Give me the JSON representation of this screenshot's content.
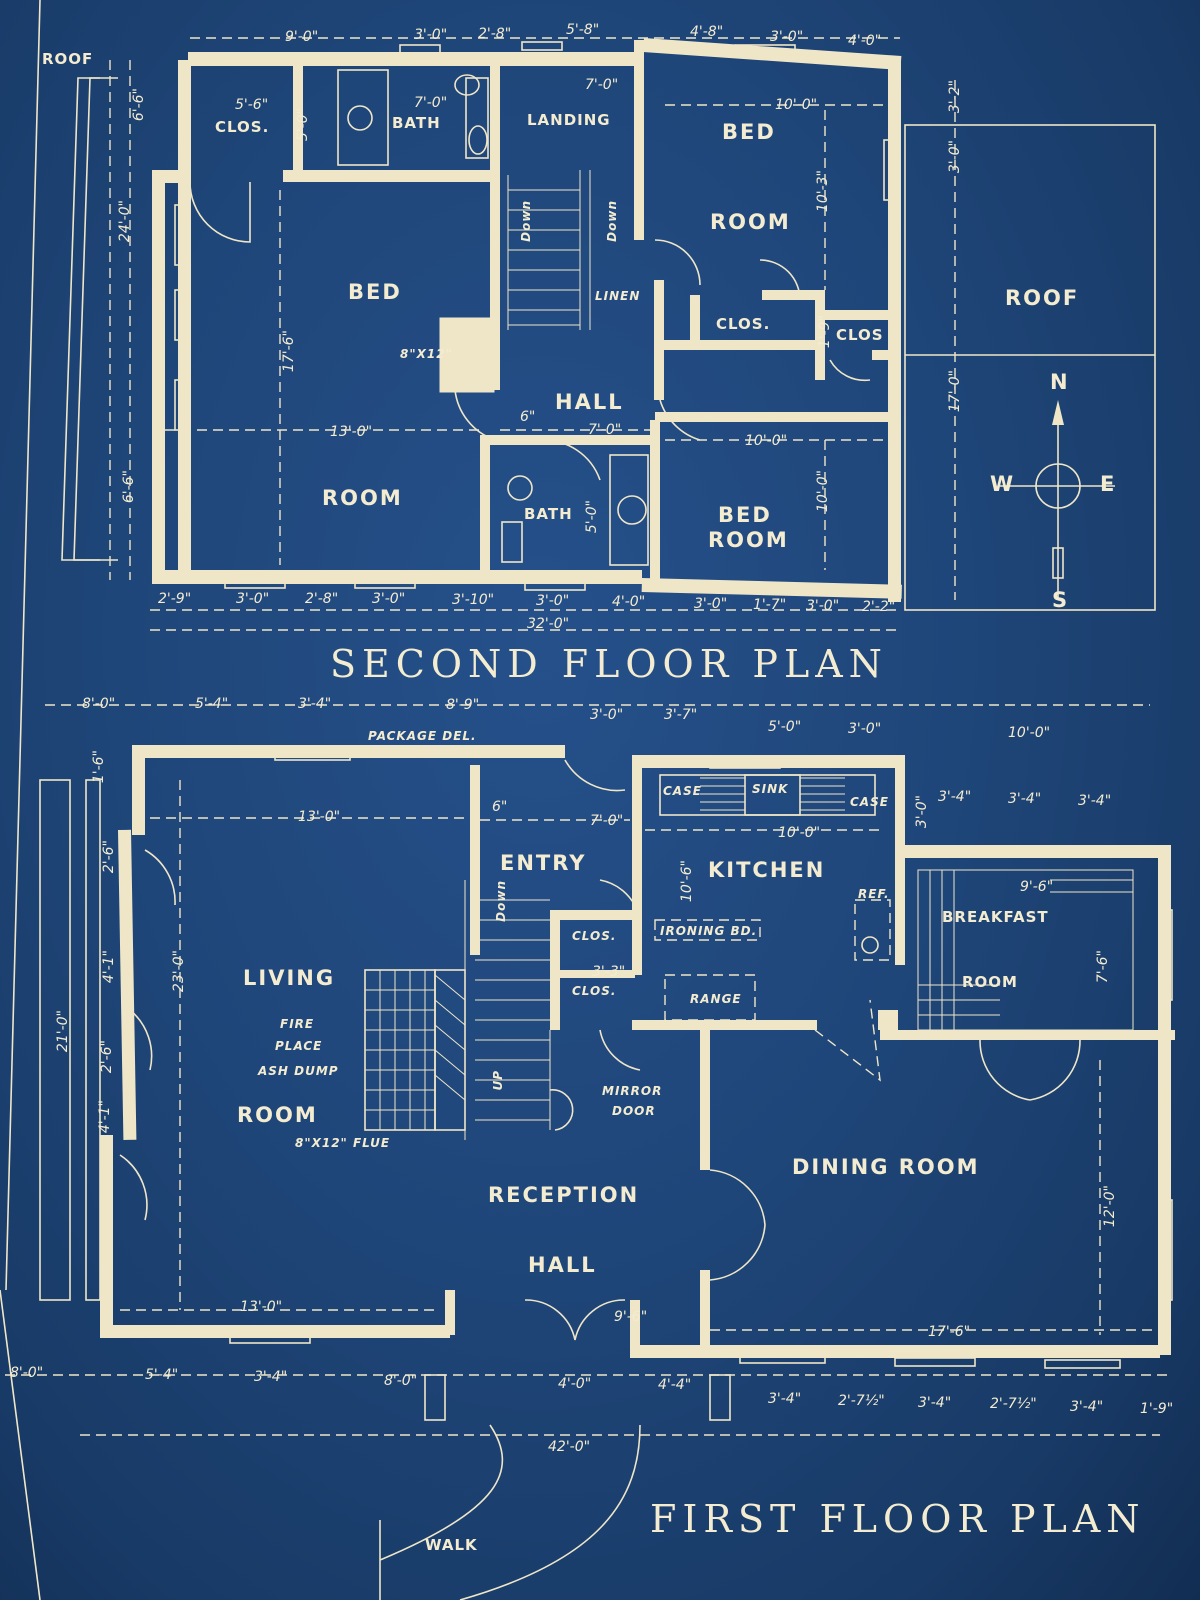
{
  "second_floor": {
    "title": "SECOND FLOOR PLAN",
    "rooms": {
      "roof_left": "ROOF",
      "clos": "CLOS.",
      "bath_top": "BATH",
      "landing": "LANDING",
      "bed_room_ne_1": "BED",
      "bed_room_ne_2": "ROOM",
      "bed_main_1": "BED",
      "bed_main_2": "ROOM",
      "linen": "LINEN",
      "clos_mid": "CLOS.",
      "clos_right": "CLOS",
      "roof_right": "ROOF",
      "hall": "HALL",
      "bath_bottom": "BATH",
      "bed_room_se_1": "BED",
      "bed_room_se_2": "ROOM",
      "flue": "8\"X12\"",
      "down_1": "Down",
      "down_2": "Down"
    },
    "compass": {
      "n": "N",
      "s": "S",
      "e": "E",
      "w": "W"
    },
    "dims": {
      "top_1": "9'-0\"",
      "top_2": "3'-0\"",
      "top_3": "2'-8\"",
      "top_4": "5'-8\"",
      "top_5": "4'-8\"",
      "top_6": "3'-0\"",
      "top_7": "4'-0\"",
      "clos_w": "5'-6\"",
      "clos_h": "5'-0\"",
      "bath_w": "7'-0\"",
      "landing_w": "7'-0\"",
      "bed_ne_w": "10'-0\"",
      "bed_ne_h": "10'-3\"",
      "bed_main_h": "17'-6\"",
      "bed_main_w": "13'-0\"",
      "hall_w": "7'-0\"",
      "bath_b_h": "5'-0\"",
      "bed_se_w": "10'-0\"",
      "bed_se_h": "10'-0\"",
      "right_total": "17'-0\"",
      "right_top": "3'-0\"",
      "right_top2": "3'-2\"",
      "six_in": "6\"",
      "clos_small": "1'-9\"",
      "left_a": "6'-6\"",
      "left_b": "24'-0\"",
      "left_c": "6'-6\"",
      "bot_1": "2'-9\"",
      "bot_2": "3'-0\"",
      "bot_3": "2'-8\"",
      "bot_4": "3'-0\"",
      "bot_5": "3'-10\"",
      "bot_6": "3'-0\"",
      "bot_7": "4'-0\"",
      "bot_8": "3'-0\"",
      "bot_9": "1'-7\"",
      "bot_10": "3'-0\"",
      "bot_11": "2'-2\"",
      "total": "32'-0\""
    }
  },
  "first_floor": {
    "title": "FIRST FLOOR PLAN",
    "rooms": {
      "package": "PACKAGE DEL.",
      "entry": "ENTRY",
      "kitchen": "KITCHEN",
      "case_l": "CASE",
      "sink": "SINK",
      "case_r": "CASE",
      "ref": "REF.",
      "ironing": "IRONING BD.",
      "range": "RANGE",
      "breakfast_1": "BREAKFAST",
      "breakfast_2": "ROOM",
      "living_1": "LIVING",
      "living_2": "ROOM",
      "fire_1": "FIRE",
      "fire_2": "PLACE",
      "ash": "ASH DUMP",
      "flue": "8\"X12\" FLUE",
      "clos_1": "CLOS.",
      "clos_2": "CLOS.",
      "mirror_1": "MIRROR",
      "mirror_2": "DOOR",
      "dining": "DINING ROOM",
      "reception": "RECEPTION",
      "hall": "HALL",
      "walk": "WALK",
      "down": "Down",
      "up": "UP"
    },
    "dims": {
      "top_1": "8'-0\"",
      "top_2": "5'-4\"",
      "top_3": "3'-4\"",
      "top_4": "8'-9\"",
      "top_5": "3'-0\"",
      "top_6": "3'-7\"",
      "top_7": "5'-0\"",
      "top_8": "3'-0\"",
      "top_9": "10'-0\"",
      "living_w": "13'-0\"",
      "entry_w": "7'-0\"",
      "kitchen_w": "10'-0\"",
      "kitchen_h": "10'-6\"",
      "bk_1": "3'-4\"",
      "bk_2": "3'-4\"",
      "bk_3": "3'-4\"",
      "bk_w": "9'-6\"",
      "bk_h": "7'-6\"",
      "bk_top": "3'-0\"",
      "living_h": "23'-0\"",
      "clos_w": "3'-3\"",
      "living_bot": "13'-0\"",
      "recep_w": "9'-6\"",
      "dining_w": "17'-6\"",
      "dining_h": "12'-0\"",
      "left_a": "21'-0\"",
      "left_b": "1'-6\"",
      "left_c": "2'-6\"",
      "left_d": "4'-1\"",
      "left_e": "2'-6\"",
      "left_f": "4'-1\"",
      "six_in": "6\"",
      "bot_1": "8'-0\"",
      "bot_2": "5'-4\"",
      "bot_3": "3'-4\"",
      "bot_4": "8'-0\"",
      "bot_5": "4'-0\"",
      "bot_6": "4'-4\"",
      "bot_7": "3'-4\"",
      "bot_8": "2'-7½\"",
      "bot_9": "3'-4\"",
      "bot_10": "2'-7½\"",
      "bot_11": "3'-4\"",
      "bot_12": "1'-9\"",
      "total": "42'-0\""
    }
  }
}
